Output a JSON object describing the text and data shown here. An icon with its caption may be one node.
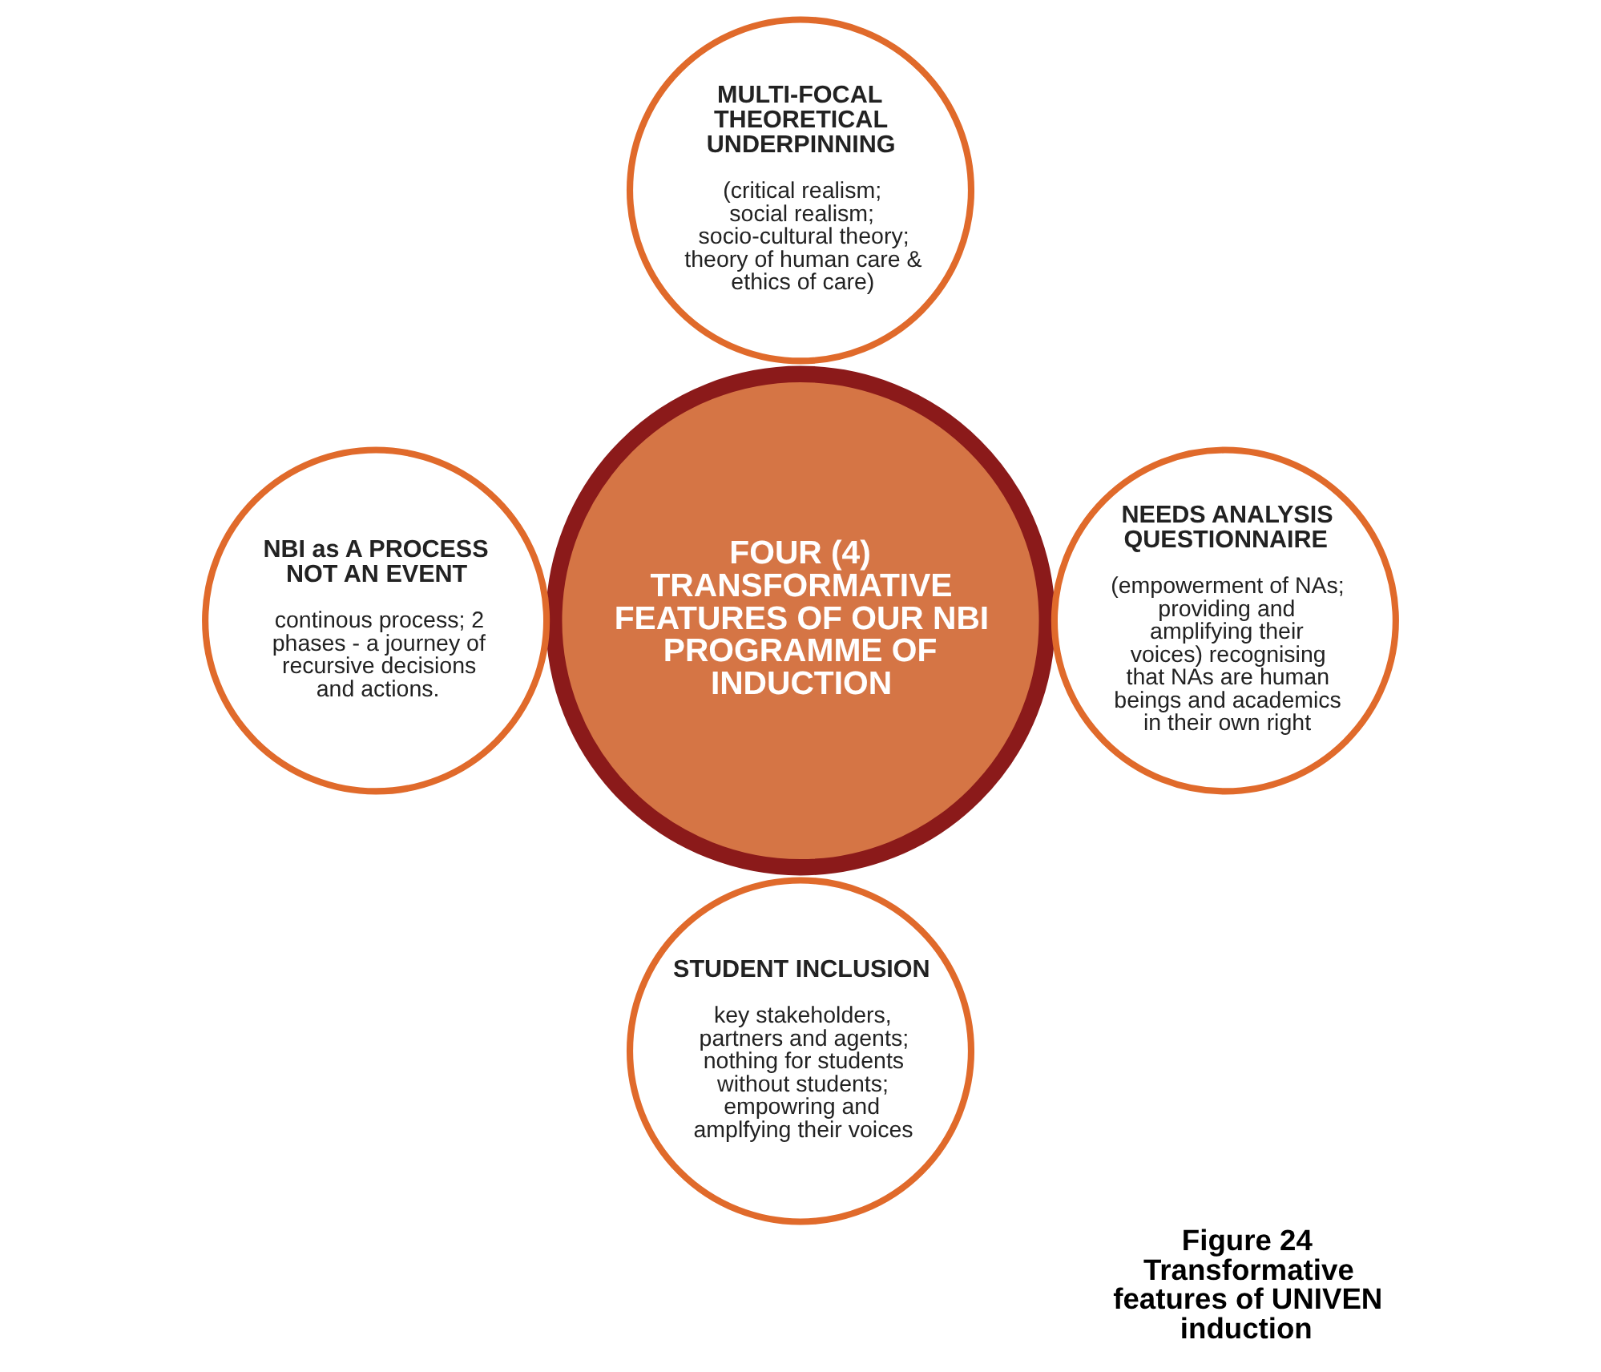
{
  "diagram": {
    "caption": "Figure 24 Transformative features of UNIVEN induction",
    "nodes": [
      {
        "text": [
          "MULTI-FOCAL THEORETICAL UNDERPINNING",
          "(critical realism; social realism; socio-cultural theory; theory of human care & ethics of care)"
        ]
      },
      {
        "text": [
          "NBI as A PROCESS NOT AN EVENT",
          "continous process; 2 phases - a journey of recursive decisions and actions."
        ]
      },
      {
        "text": [
          "FOUR (4) TRANSFORMATIVE FEATURES OF OUR NBI PROGRAMME OF INDUCTION"
        ]
      },
      {
        "text": [
          "NEEDS ANALYSIS QUESTIONNAIRE",
          "(empowerment of NAs; providing and amplifying their voices) recognising that NAs are human beings and academics in their own right"
        ]
      },
      {
        "text": [
          "STUDENT INCLUSION",
          "key stakeholders, partners and agents; nothing for students without students; empowring and amplfying their voices"
        ]
      }
    ],
    "edges": []
  }
}
